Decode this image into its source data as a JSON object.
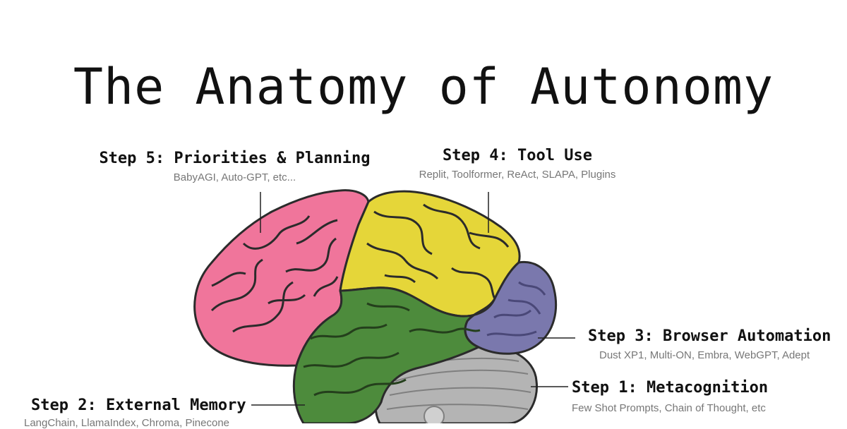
{
  "title": "The Anatomy of Autonomy",
  "steps": [
    {
      "label": "Step 1: Metacognition",
      "sub": "Few Shot Prompts, Chain of Thought, etc"
    },
    {
      "label": "Step 2: External Memory",
      "sub": "LangChain, LlamaIndex, Chroma, Pinecone"
    },
    {
      "label": "Step 3: Browser Automation",
      "sub": "Dust XP1, Multi-ON, Embra, WebGPT, Adept"
    },
    {
      "label": "Step 4: Tool Use",
      "sub": "Replit, Toolformer, ReAct, SLAPA, Plugins"
    },
    {
      "label": "Step 5: Priorities & Planning",
      "sub": "BabyAGI, Auto-GPT, etc..."
    }
  ],
  "colors": {
    "frontal": "#f0759b",
    "parietal": "#e5d639",
    "temporal": "#4d8b3c",
    "occipital": "#7a78ad",
    "cerebellum": "#b4b4b4",
    "folds": "#2b2b2b",
    "leader": "#222222"
  }
}
